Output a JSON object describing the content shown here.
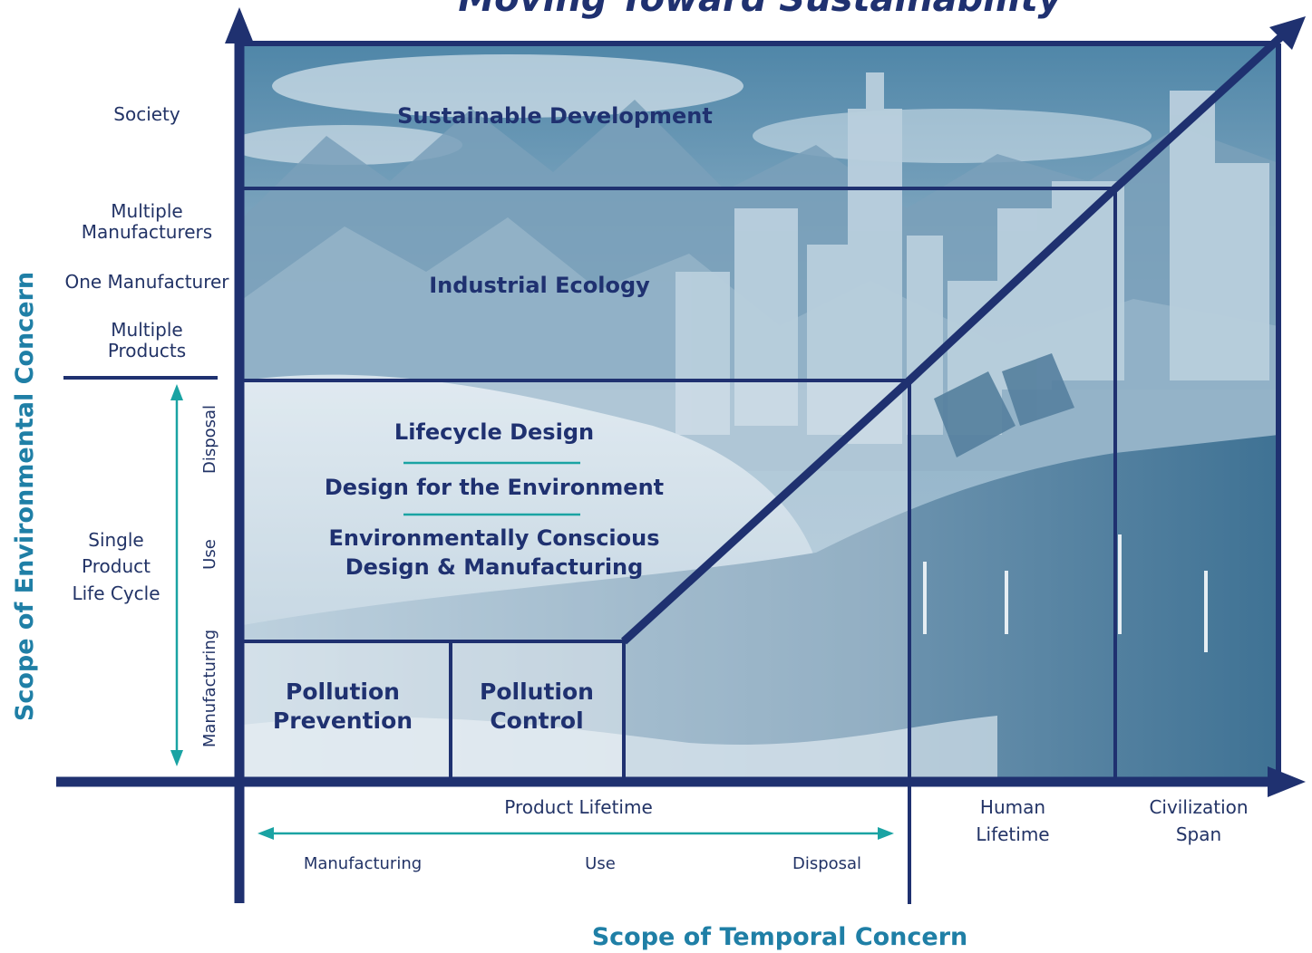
{
  "title": "Moving Toward Sustainability",
  "y_axis_title": "Scope of Environmental Concern",
  "x_axis_title": "Scope of Temporal Concern",
  "y_levels": {
    "society": "Society",
    "multiple_manufacturers_1": "Multiple",
    "multiple_manufacturers_2": "Manufacturers",
    "one_manufacturer": "One Manufacturer",
    "multiple_products_1": "Multiple",
    "multiple_products_2": "Products",
    "single_product_1": "Single",
    "single_product_2": "Product",
    "single_product_3": "Life Cycle"
  },
  "y_lifecycle_stages": {
    "disposal": "Disposal",
    "use": "Use",
    "manufacturing": "Manufacturing"
  },
  "x_levels": {
    "product_lifetime": "Product Lifetime",
    "human_lifetime_1": "Human",
    "human_lifetime_2": "Lifetime",
    "civilization_span_1": "Civilization",
    "civilization_span_2": "Span"
  },
  "x_lifecycle_stages": {
    "manufacturing": "Manufacturing",
    "use": "Use",
    "disposal": "Disposal"
  },
  "zones": {
    "sustainable_development": "Sustainable Development",
    "industrial_ecology": "Industrial Ecology",
    "lifecycle_design": "Lifecycle Design",
    "design_for_environment": "Design for the Environment",
    "ecdm_1": "Environmentally Conscious",
    "ecdm_2": "Design & Manufacturing",
    "pollution_prevention_1": "Pollution",
    "pollution_prevention_2": "Prevention",
    "pollution_control_1": "Pollution",
    "pollution_control_2": "Control"
  },
  "colors": {
    "frame": "#1f3170",
    "axis_title": "#1f7fa6",
    "teal_arrow": "#1aa3a3",
    "sky": "#5d8fad",
    "mountains": "#7aa3bd",
    "water": "#c4d6e2",
    "forest": "#5f8aa5"
  }
}
